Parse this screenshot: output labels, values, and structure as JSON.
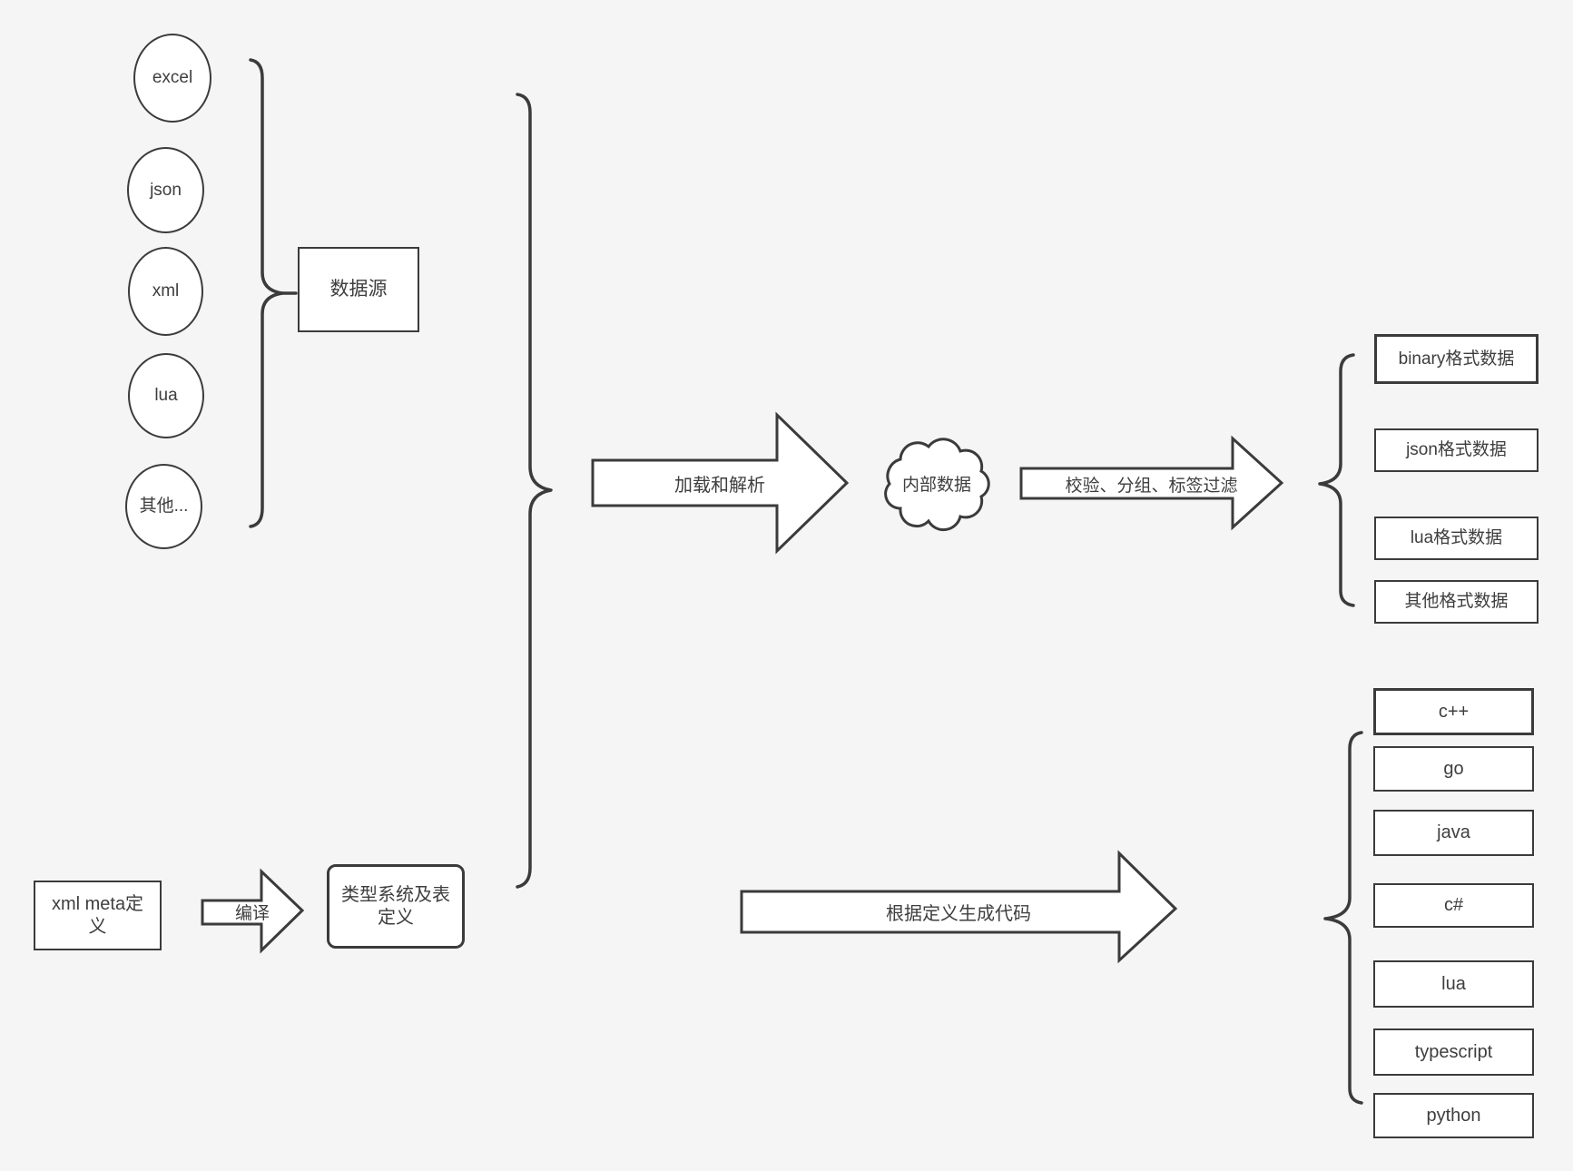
{
  "canvas": {
    "background": "#f5f5f6",
    "stroke_color": "#3b3b3b",
    "shape_fill": "#ffffff",
    "text_color": "#3e3e3e"
  },
  "sources": {
    "items": [
      {
        "label": "excel"
      },
      {
        "label": "json"
      },
      {
        "label": "xml"
      },
      {
        "label": "lua"
      },
      {
        "label": "其他..."
      }
    ],
    "group_box_label": "数据源"
  },
  "flow": {
    "load_arrow_label": "加载和解析",
    "cloud_label": "内部数据",
    "filter_arrow_label": "校验、分组、标签过滤",
    "format_outputs": [
      {
        "label": "binary格式数据"
      },
      {
        "label": "json格式数据"
      },
      {
        "label": "lua格式数据"
      },
      {
        "label": "其他格式数据"
      }
    ]
  },
  "codegen": {
    "xml_meta_box_label": "xml meta定义",
    "compile_arrow_label": "编译",
    "type_system_box_label": "类型系统及表定义",
    "codegen_arrow_label": "根据定义生成代码",
    "languages": [
      {
        "label": "c++"
      },
      {
        "label": "go"
      },
      {
        "label": "java"
      },
      {
        "label": "c#"
      },
      {
        "label": "lua"
      },
      {
        "label": "typescript"
      },
      {
        "label": "python"
      }
    ]
  }
}
